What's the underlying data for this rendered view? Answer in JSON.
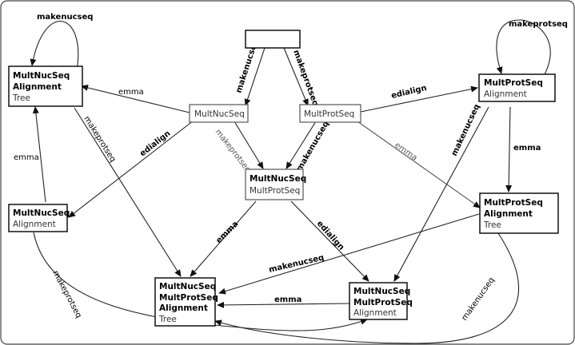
{
  "nodes": {
    "root": {
      "lines": [
        ""
      ]
    },
    "multnucseq": {
      "lines": [
        "MultNucSeq"
      ]
    },
    "multprotseq": {
      "lines": [
        "MultProtSeq"
      ]
    },
    "nuc_prot_center": {
      "lines": [
        "MultNucSeq",
        "MultProtSeq"
      ]
    },
    "nuc_align_tree": {
      "lines": [
        "MultNucSeq",
        "Alignment",
        "Tree"
      ]
    },
    "prot_align": {
      "lines": [
        "MultProtSeq",
        "Alignment"
      ]
    },
    "nuc_align": {
      "lines": [
        "MultNucSeq",
        "Alignment"
      ]
    },
    "prot_align_tree": {
      "lines": [
        "MultProtSeq",
        "Alignment",
        "Tree"
      ]
    },
    "nuc_prot_align_tree": {
      "lines": [
        "MultNucSeq",
        "MultProtSeq",
        "Alignment",
        "Tree"
      ]
    },
    "nuc_prot_align": {
      "lines": [
        "MultNucSeq",
        "MultProtSeq",
        "Alignment"
      ]
    }
  },
  "edge_labels": {
    "makenucseq_loop": "makenucseq",
    "makeprotseq_loop": "makeprotseq",
    "root_makenucseq": "makenucseq",
    "root_makeprotseq": "makeprotseq",
    "emma_nuc": "emma",
    "edialign_nuc": "edialign",
    "makeprotseq_nuc_center": "makeprotseq",
    "makeprotseq_tree": "makeprotseq",
    "edialign_prot": "edialign",
    "emma_prot_gray": "emma",
    "makenucseq_prot_center": "makenucseq",
    "makenucseq_prot_right": "makenucseq",
    "emma_prot": "emma",
    "emma_left": "emma",
    "emma_center": "emma",
    "edialign_center": "edialign",
    "makenucseq_tree_right": "makenucseq",
    "emma_bottom": "emma",
    "makeprotseq_left_curve": "makeprotseq",
    "makenucseq_right_curve": "makenucseq"
  }
}
